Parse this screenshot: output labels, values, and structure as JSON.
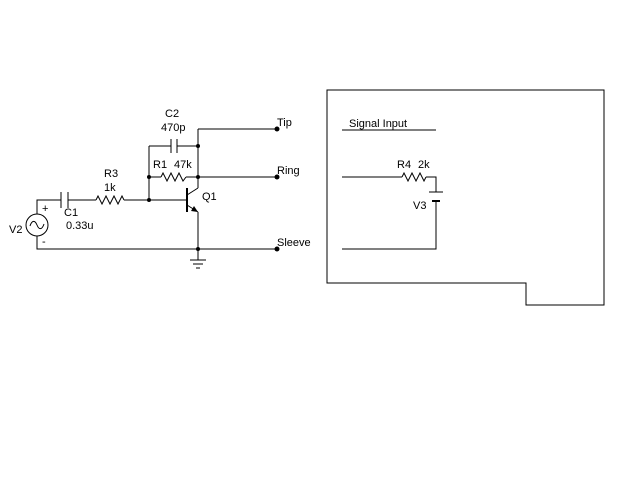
{
  "components": {
    "v2": {
      "name": "V2",
      "plus": "+",
      "minus": "-"
    },
    "c1": {
      "name": "C1",
      "value": "0.33u"
    },
    "r3": {
      "name": "R3",
      "value": "1k"
    },
    "c2": {
      "name": "C2",
      "value": "470p"
    },
    "r1": {
      "name": "R1",
      "value": "47k"
    },
    "q1": {
      "name": "Q1"
    },
    "r4": {
      "name": "R4",
      "value": "2k"
    },
    "v3": {
      "name": "V3"
    }
  },
  "terminals": {
    "tip": "Tip",
    "ring": "Ring",
    "sleeve": "Sleeve"
  },
  "subcircuit": {
    "title": "Signal Input"
  }
}
